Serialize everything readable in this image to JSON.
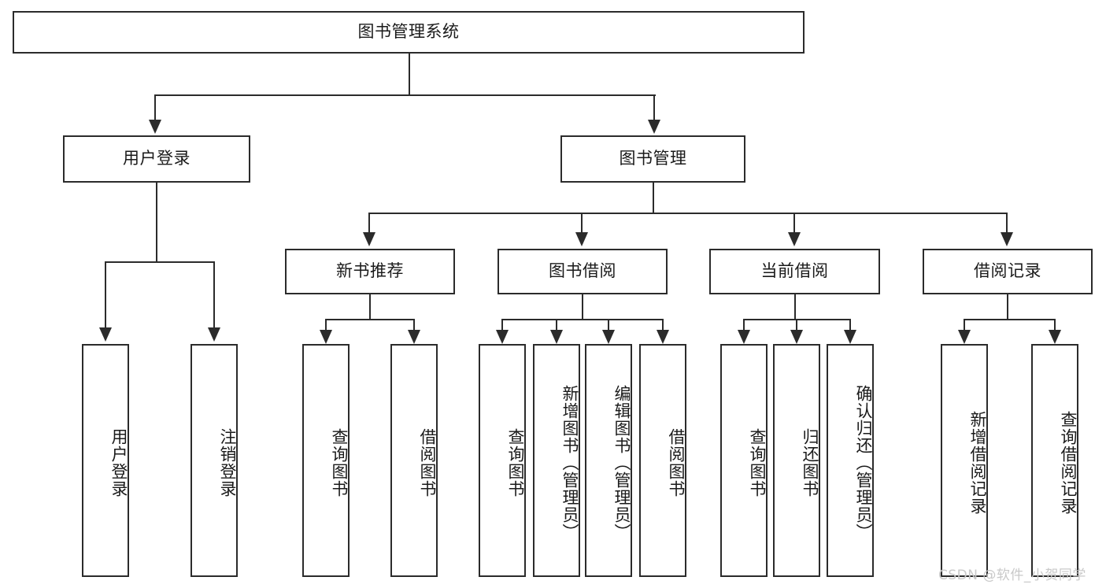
{
  "diagram": {
    "title": "图书管理系统",
    "type": "hierarchy-tree",
    "root": {
      "id": "root",
      "label": "图书管理系统"
    },
    "level1": [
      {
        "id": "user-login",
        "label": "用户登录"
      },
      {
        "id": "book-management",
        "label": "图书管理"
      }
    ],
    "level2": [
      {
        "id": "new-book-recommend",
        "label": "新书推荐",
        "parent": "book-management"
      },
      {
        "id": "book-borrow",
        "label": "图书借阅",
        "parent": "book-management"
      },
      {
        "id": "current-borrow",
        "label": "当前借阅",
        "parent": "book-management"
      },
      {
        "id": "borrow-record",
        "label": "借阅记录",
        "parent": "book-management"
      }
    ],
    "leaves": {
      "user-login": [
        {
          "id": "leaf-user-login",
          "label": "用户登录"
        },
        {
          "id": "leaf-logout-login",
          "label": "注销登录"
        }
      ],
      "new-book-recommend": [
        {
          "id": "leaf-query-book-1",
          "label": "查询图书"
        },
        {
          "id": "leaf-borrow-book-1",
          "label": "借阅图书"
        }
      ],
      "book-borrow": [
        {
          "id": "leaf-query-book-2",
          "label": "查询图书"
        },
        {
          "id": "leaf-add-book",
          "label": "新增图书（管理员）"
        },
        {
          "id": "leaf-edit-book",
          "label": "编辑图书（管理员）"
        },
        {
          "id": "leaf-borrow-book-2",
          "label": "借阅图书"
        }
      ],
      "current-borrow": [
        {
          "id": "leaf-query-book-3",
          "label": "查询图书"
        },
        {
          "id": "leaf-return-book",
          "label": "归还图书"
        },
        {
          "id": "leaf-confirm-return",
          "label": "确认归还（管理员）"
        }
      ],
      "borrow-record": [
        {
          "id": "leaf-add-record",
          "label": "新增借阅记录"
        },
        {
          "id": "leaf-query-record",
          "label": "查询借阅记录"
        }
      ]
    }
  },
  "watermark": {
    "text": "CSDN @软件_小贺同学"
  },
  "colors": {
    "stroke": "#2b2b2b",
    "background": "#ffffff",
    "text": "#1a1a1a",
    "watermark": "#c9c9c9"
  }
}
